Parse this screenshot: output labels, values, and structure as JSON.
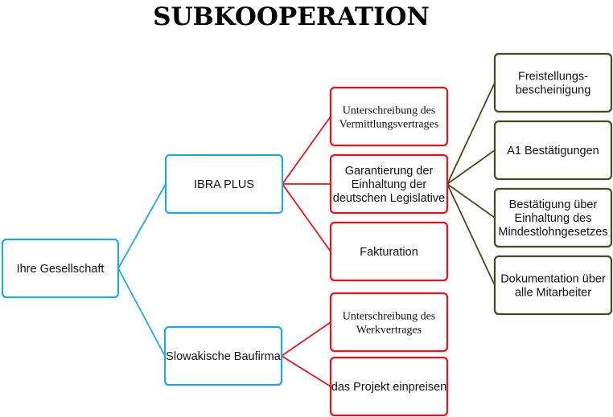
{
  "title": "SUBKOOPERATION",
  "colors": {
    "blue": "#22a7df",
    "red": "#e0151c",
    "olive": "#3f4a1e"
  },
  "nodes": [
    {
      "id": "root",
      "lines": [
        "Ihre Gesellschaft"
      ],
      "color": "blue"
    },
    {
      "id": "ibra",
      "lines": [
        "IBRA PLUS"
      ],
      "color": "blue"
    },
    {
      "id": "slowak",
      "lines": [
        "Slowakische Baufirma"
      ],
      "color": "blue"
    },
    {
      "id": "verm",
      "lines": [
        "Unterschreibung des",
        "Vermittlungsvertrages"
      ],
      "color": "red",
      "serif": true
    },
    {
      "id": "garant",
      "lines": [
        "Garantierung der",
        "Einhaltung der",
        "deutschen Legislative"
      ],
      "color": "red"
    },
    {
      "id": "fakt",
      "lines": [
        "Fakturation"
      ],
      "color": "red"
    },
    {
      "id": "werk",
      "lines": [
        "Unterschreibung des",
        "Werkvertrages"
      ],
      "color": "red",
      "serif": true
    },
    {
      "id": "projekt",
      "lines": [
        "das Projekt einpreisen"
      ],
      "color": "red"
    },
    {
      "id": "frei",
      "lines": [
        "Freistellungs-",
        "bescheinigung"
      ],
      "color": "olive"
    },
    {
      "id": "a1",
      "lines": [
        "A1 Bestätigungen"
      ],
      "color": "olive"
    },
    {
      "id": "mindest",
      "lines": [
        "Bestätigung über",
        "Einhaltung des",
        "Mindestlohngesetzes"
      ],
      "color": "olive"
    },
    {
      "id": "doku",
      "lines": [
        "Dokumentation über",
        "alle Mitarbeiter"
      ],
      "color": "olive"
    }
  ],
  "edges": [
    {
      "from": "root",
      "to": "ibra",
      "color": "blue"
    },
    {
      "from": "root",
      "to": "slowak",
      "color": "blue"
    },
    {
      "from": "ibra",
      "to": "verm",
      "color": "red"
    },
    {
      "from": "ibra",
      "to": "garant",
      "color": "red"
    },
    {
      "from": "ibra",
      "to": "fakt",
      "color": "red"
    },
    {
      "from": "slowak",
      "to": "werk",
      "color": "red"
    },
    {
      "from": "slowak",
      "to": "projekt",
      "color": "red"
    },
    {
      "from": "garant",
      "to": "frei",
      "color": "olive"
    },
    {
      "from": "garant",
      "to": "a1",
      "color": "olive"
    },
    {
      "from": "garant",
      "to": "mindest",
      "color": "olive"
    },
    {
      "from": "garant",
      "to": "doku",
      "color": "olive"
    }
  ]
}
